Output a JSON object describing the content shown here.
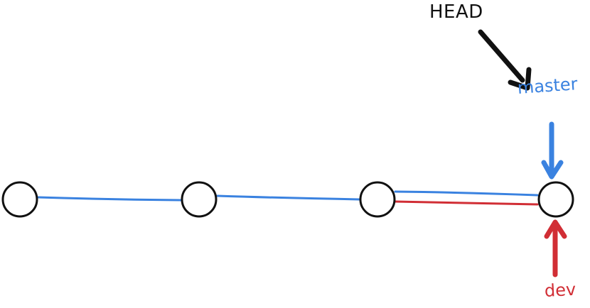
{
  "pointers": {
    "head": {
      "label": "HEAD"
    },
    "master": {
      "label": "master"
    },
    "dev": {
      "label": "dev"
    }
  },
  "commits": [
    {
      "id": "commit-1"
    },
    {
      "id": "commit-2"
    },
    {
      "id": "commit-3"
    },
    {
      "id": "commit-4"
    }
  ],
  "colors": {
    "master": "#3a82e0",
    "dev": "#d12e35",
    "head": "#111111",
    "commit_outline": "#111111",
    "commit_fill": "#ffffff"
  }
}
